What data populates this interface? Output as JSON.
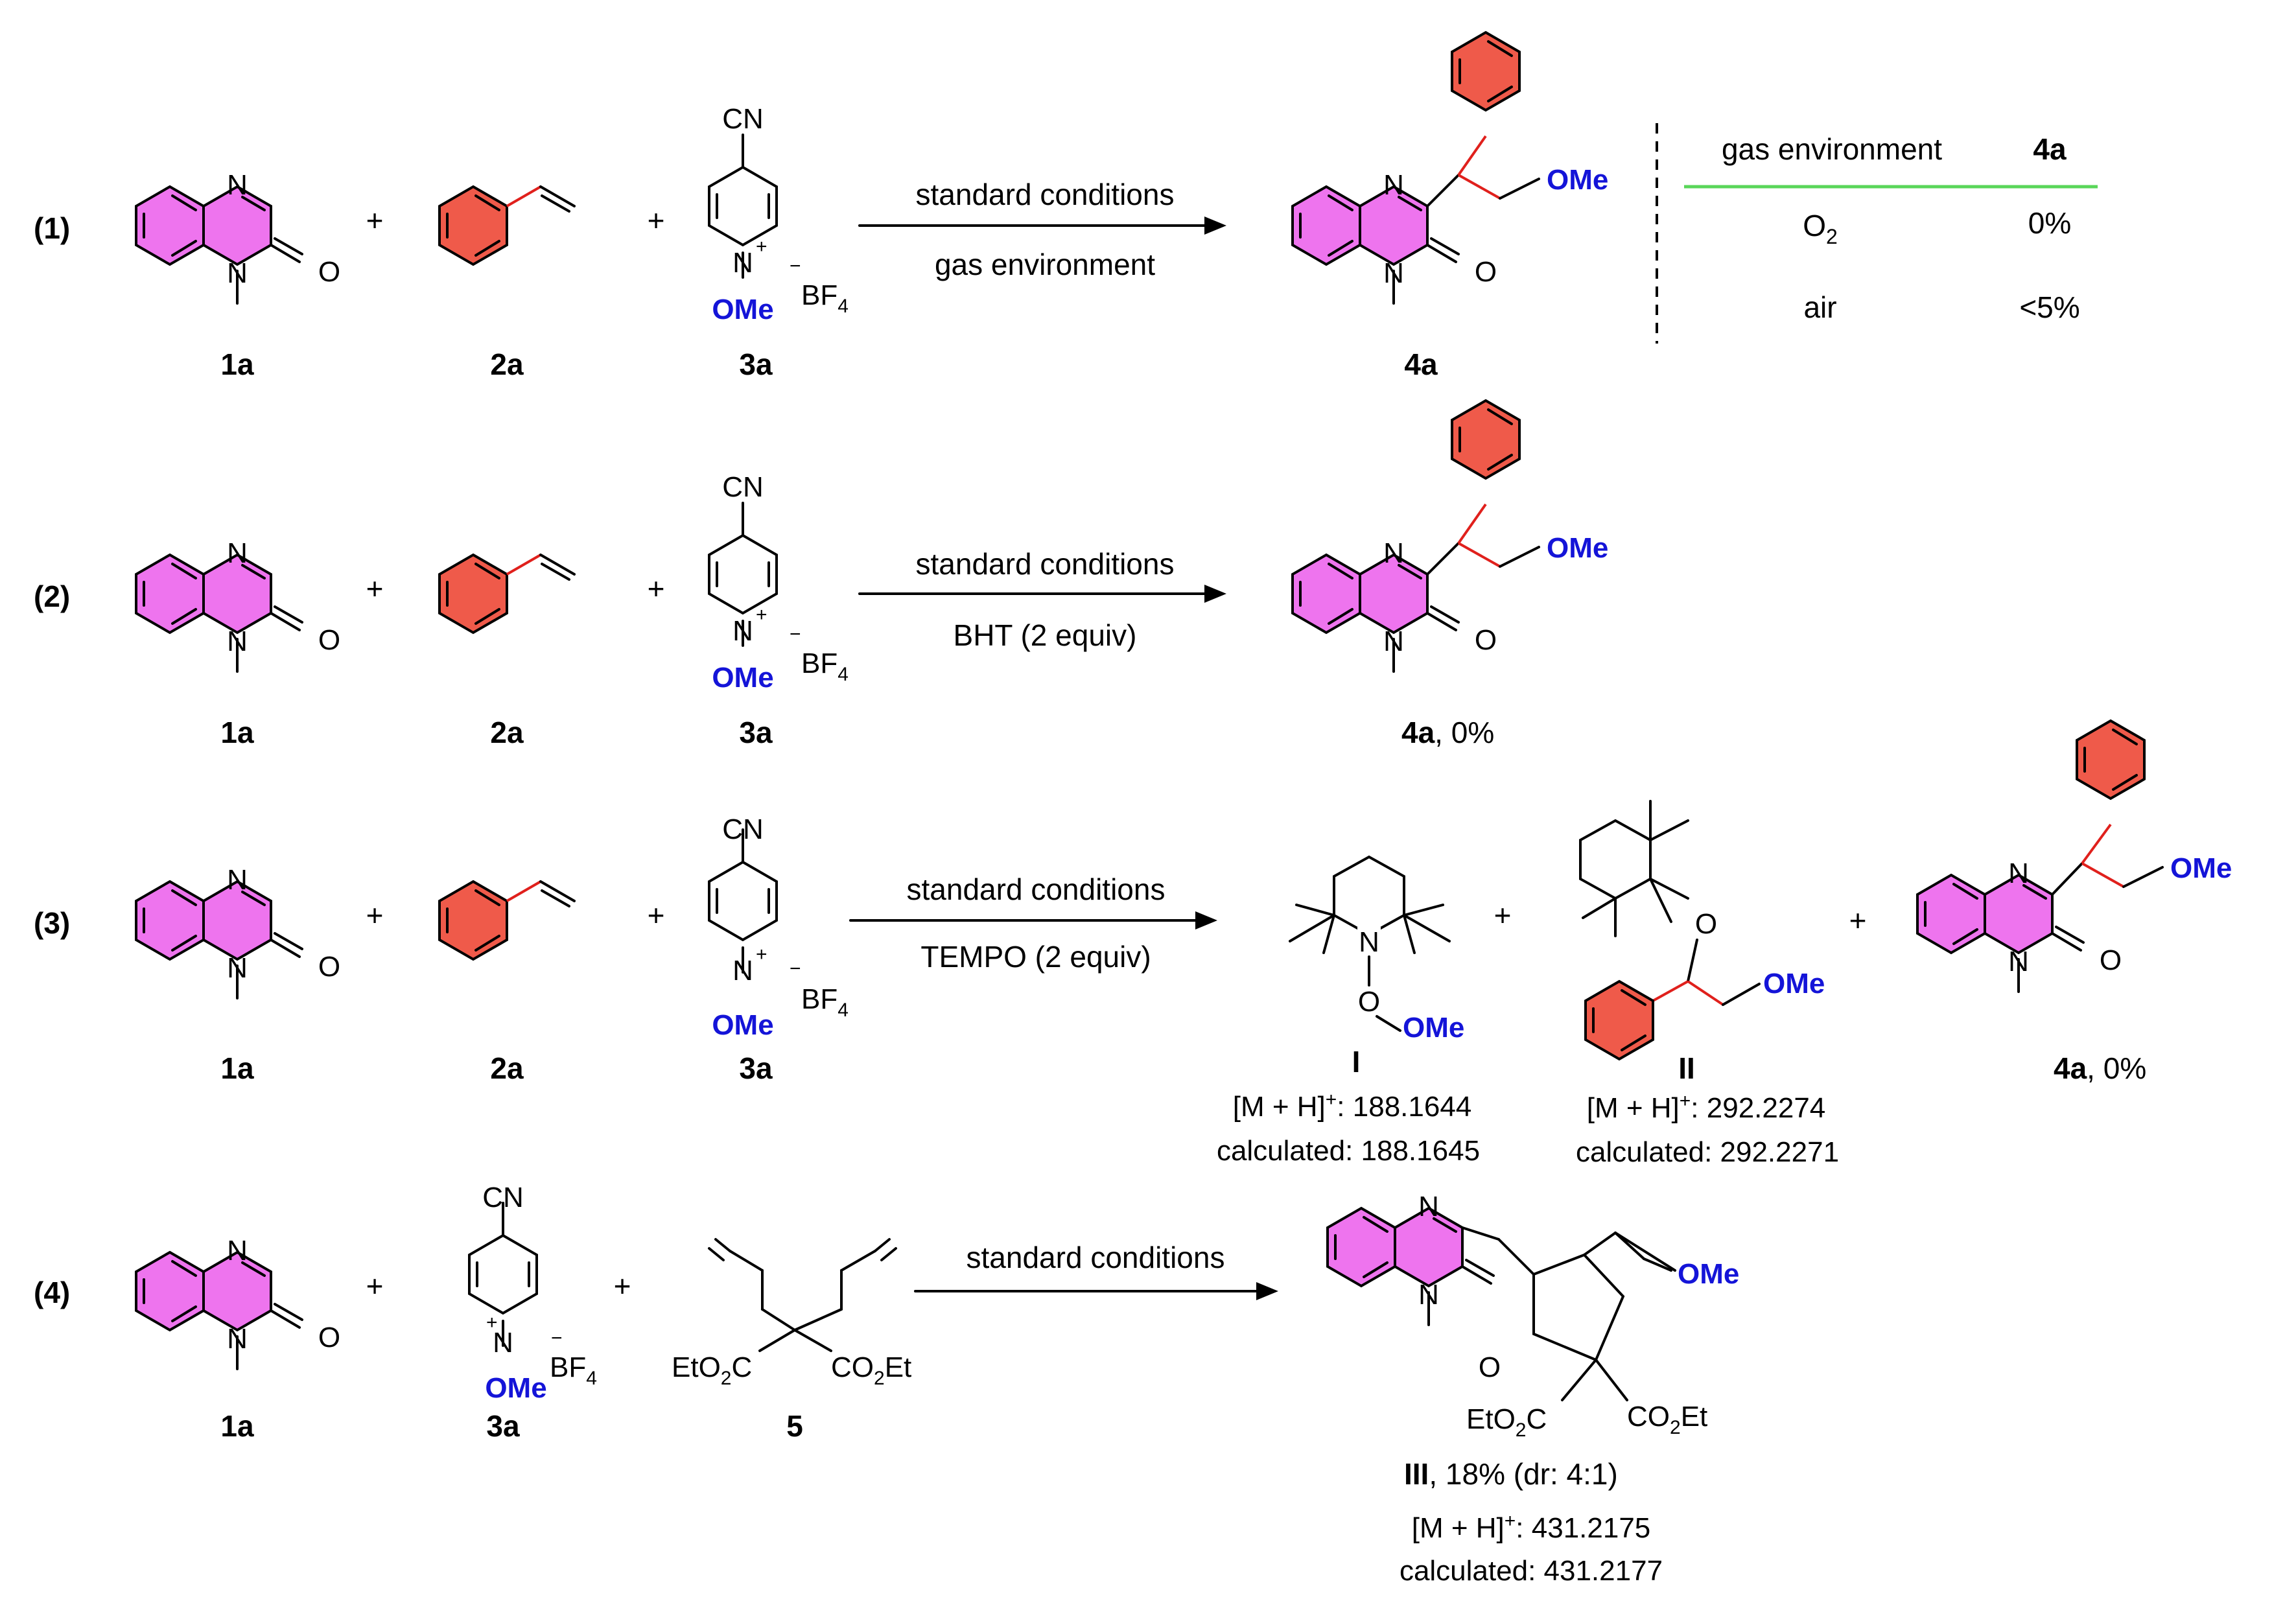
{
  "colors": {
    "quinoxalinone_fill": "#ee74ee",
    "phenyl_fill": "#ef5a4a",
    "methoxy_text": "#1414d8",
    "new_bond": "#e0201c",
    "table_rule": "#59d659"
  },
  "compounds": {
    "c1a": "1a",
    "c2a": "2a",
    "c3a": "3a",
    "c4a": "4a",
    "c5": "5",
    "cI": "I",
    "cII": "II",
    "cIII": "III"
  },
  "atoms": {
    "N": "N",
    "O": "O",
    "CN": "CN",
    "OMe": "OMe",
    "BF4": "BF",
    "BF4_sub": "4",
    "plus": "+",
    "minus": "−",
    "EtO2C": "EtO",
    "CO2Et_a": "CO",
    "CO2Et_b": "Et",
    "two": "2",
    "C": "C"
  },
  "reactions": [
    {
      "index": "(1)",
      "conditions_top": "standard conditions",
      "conditions_bottom": "gas environment"
    },
    {
      "index": "(2)",
      "conditions_top": "standard conditions",
      "conditions_bottom": "BHT (2 equiv)",
      "yield_suffix": ", 0%"
    },
    {
      "index": "(3)",
      "conditions_top": "standard conditions",
      "conditions_bottom": "TEMPO (2 equiv)",
      "yield_suffix": ", 0%"
    },
    {
      "index": "(4)",
      "conditions_top": "standard conditions",
      "yield_suffix": ", 18% (dr: 4:1)"
    }
  ],
  "table": {
    "headers": [
      "gas environment",
      "4a"
    ],
    "rows": [
      {
        "gas": "O",
        "gas_sub": "2",
        "yield": "0%"
      },
      {
        "gas": "air",
        "gas_sub": "",
        "yield": "<5%"
      }
    ]
  },
  "ms": {
    "prefix": "[M + H]",
    "sup": "+",
    "I_found": ": 188.1644",
    "I_calc": "calculated: 188.1645",
    "II_found": ": 292.2274",
    "II_calc": "calculated: 292.2271",
    "III_found": ": 431.2175",
    "III_calc": "calculated: 431.2177"
  },
  "plus_sign": "+"
}
